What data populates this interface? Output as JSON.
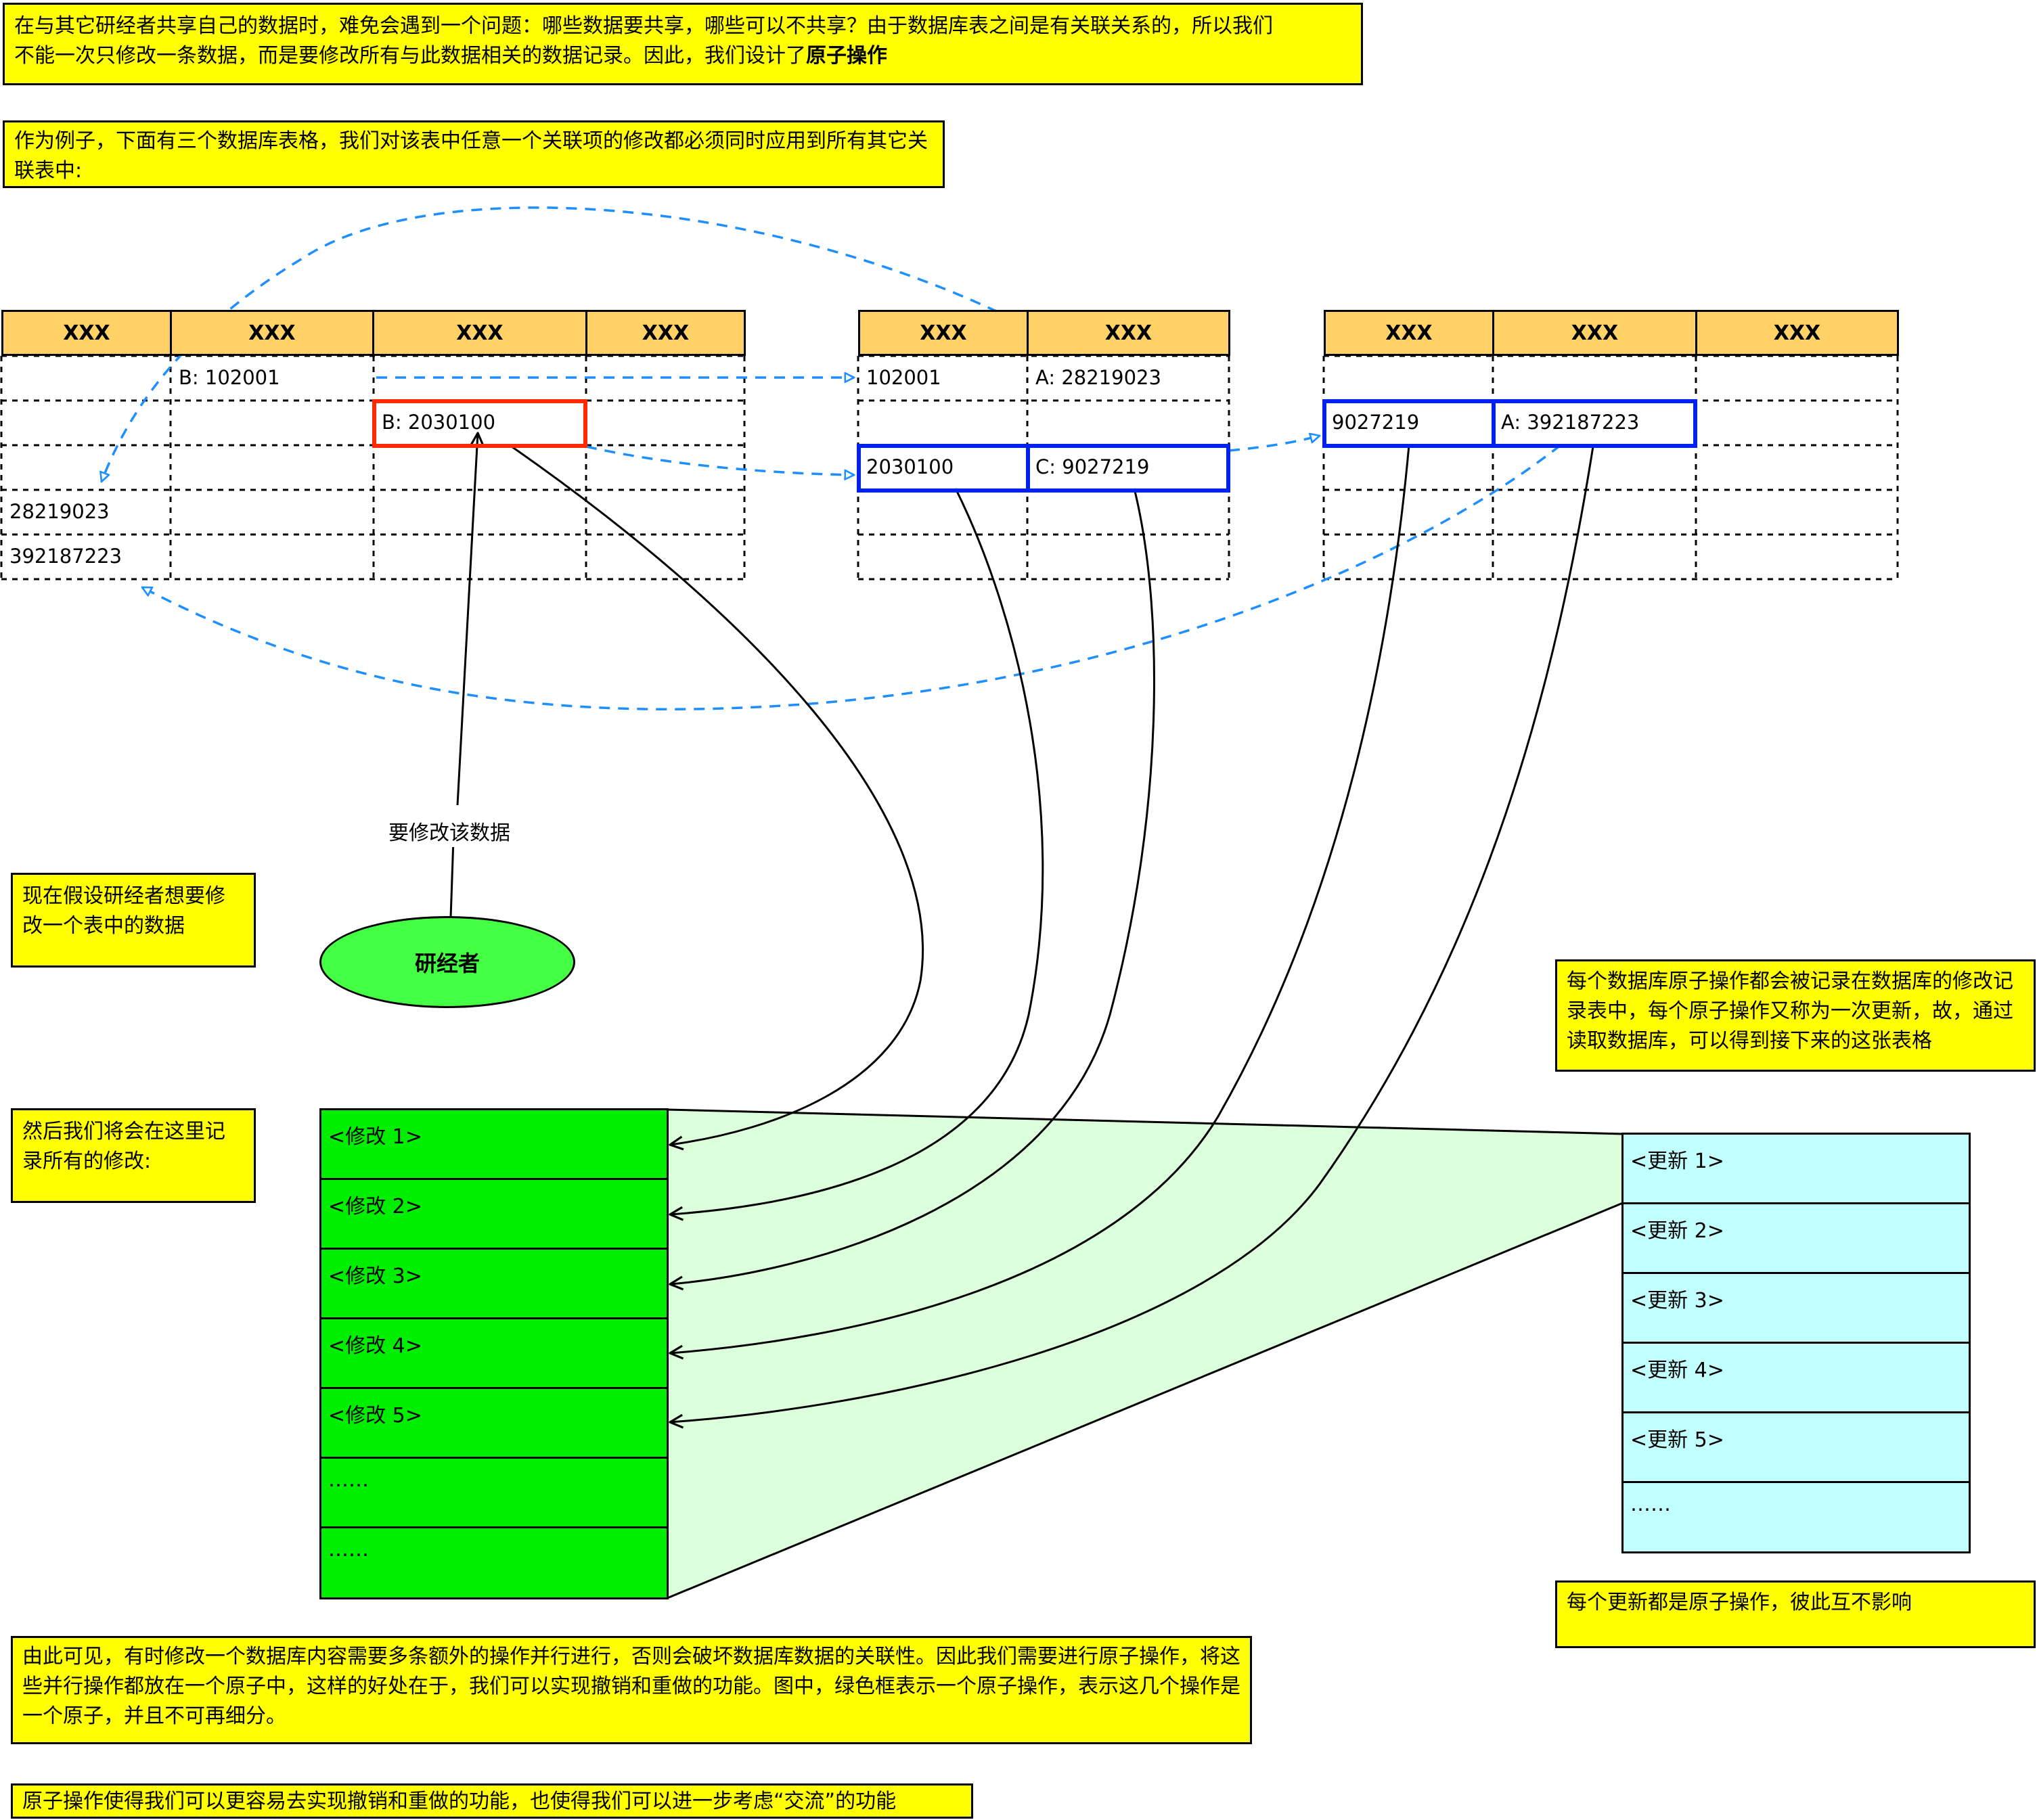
{
  "notes": {
    "intro_line1": "在与其它研经者共享自己的数据时，难免会遇到一个问题：哪些数据要共享，哪些可以不共享？由于数据库表之间是有关联关系的，所以我们",
    "intro_line2_prefix": "不能一次只修改一条数据，而是要修改所有与此数据相关的数据记录。因此，我们设计了",
    "intro_line2_bold": "原子操作",
    "example": "作为例子，下面有三个数据库表格，我们对该表中任意一个关联项的修改都必须同时应用到所有其它关联表中:",
    "assume": "现在假设研经者想要修改一个表中的数据",
    "record": "然后我们将会在这里记录所有的修改:",
    "each_op": "每个数据库原子操作都会被记录在数据库的修改记录表中，每个原子操作又称为一次更新，故，通过读取数据库，可以得到接下来的这张表格",
    "each_update": "每个更新都是原子操作，彼此互不影响",
    "conclusion": "由此可见，有时修改一个数据库内容需要多条额外的操作并行进行，否则会破坏数据库数据的关联性。因此我们需要进行原子操作，将这些并行操作都放在一个原子中，这样的好处在于，我们可以实现撤销和重做的功能。图中，绿色框表示一个原子操作，表示这几个操作是一个原子，并且不可再细分。",
    "final": "原子操作使得我们可以更容易去实现撤销和重做的功能，也使得我们可以进一步考虑“交流”的功能"
  },
  "table1": {
    "headers": [
      "XXX",
      "XXX",
      "XXX",
      "XXX"
    ],
    "cells": {
      "r1c2": "B: 102001",
      "r2c3": "B: 2030100",
      "r4c1": "28219023",
      "r5c1": "392187223"
    }
  },
  "table2": {
    "headers": [
      "XXX",
      "XXX"
    ],
    "cells": {
      "r1c1": "102001",
      "r1c2": "A: 28219023",
      "r3c1": "2030100",
      "r3c2": "C: 9027219"
    }
  },
  "table3": {
    "headers": [
      "XXX",
      "XXX",
      "XXX"
    ],
    "cells": {
      "r2c1": "9027219",
      "r2c2": "A: 392187223"
    }
  },
  "actor": {
    "label": "研经者",
    "action_label": "要修改该数据"
  },
  "modifications": [
    "<修改 1>",
    "<修改 2>",
    "<修改 3>",
    "<修改 4>",
    "<修改 5>",
    "……",
    "……"
  ],
  "updates": [
    "<更新 1>",
    "<更新 2>",
    "<更新 3>",
    "<更新 4>",
    "<更新 5>",
    "……"
  ],
  "colors": {
    "note_bg": "#ffff00",
    "header_bg": "#ffd166",
    "highlight_red": "#ff2a00",
    "highlight_blue": "#0022ee",
    "dashed_link": "#1f8fff",
    "atomic_green": "#00ee00",
    "update_cyan": "#c2ffff",
    "actor_green": "#44ff44"
  }
}
